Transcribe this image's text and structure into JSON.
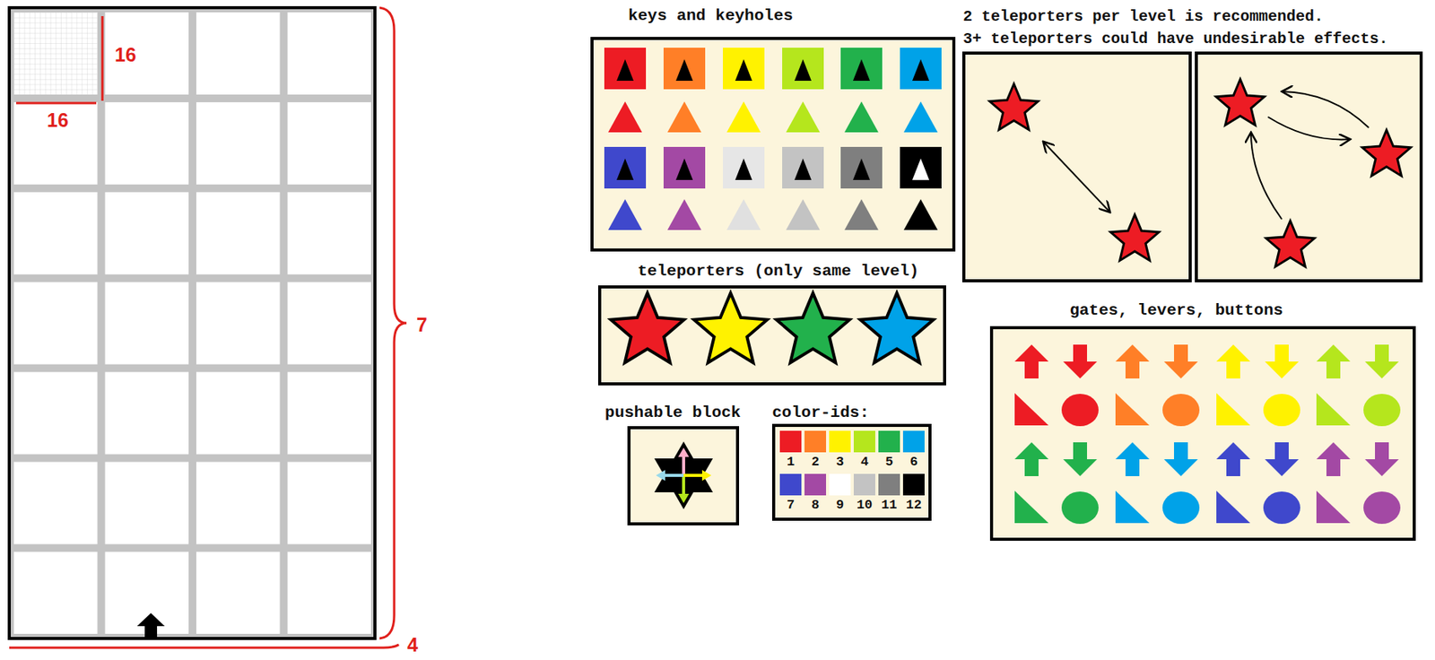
{
  "diagram": {
    "nodes": [
      {
        "text": [
          "keys and keyholes"
        ]
      },
      {
        "text": [
          "teleporters (only same level)"
        ]
      },
      {
        "text": [
          "pushable block"
        ]
      },
      {
        "text": [
          "color-ids:"
        ]
      },
      {
        "text": [
          "gates, levers, buttons"
        ]
      }
    ],
    "labels": [
      "16",
      "16",
      "7",
      "4",
      "2 teleporters per level is recommended.",
      "3+ teleporters could have undesirable effects."
    ],
    "legend": [
      {
        "text": "1",
        "color": "#ed1c24"
      },
      {
        "text": "2",
        "color": "#ff7f27"
      },
      {
        "text": "3",
        "color": "#fff200"
      },
      {
        "text": "4",
        "color": "#b5e61d"
      },
      {
        "text": "5",
        "color": "#22b14c"
      },
      {
        "text": "6",
        "color": "#00a2e8"
      },
      {
        "text": "7",
        "color": "#3f48cc"
      },
      {
        "text": "8",
        "color": "#a349a4"
      },
      {
        "text": "9",
        "color": "#ffffff"
      },
      {
        "text": "10",
        "color": "#c3c3c3"
      },
      {
        "text": "11",
        "color": "#7f7f7f"
      },
      {
        "text": "12",
        "color": "#000000"
      }
    ]
  }
}
